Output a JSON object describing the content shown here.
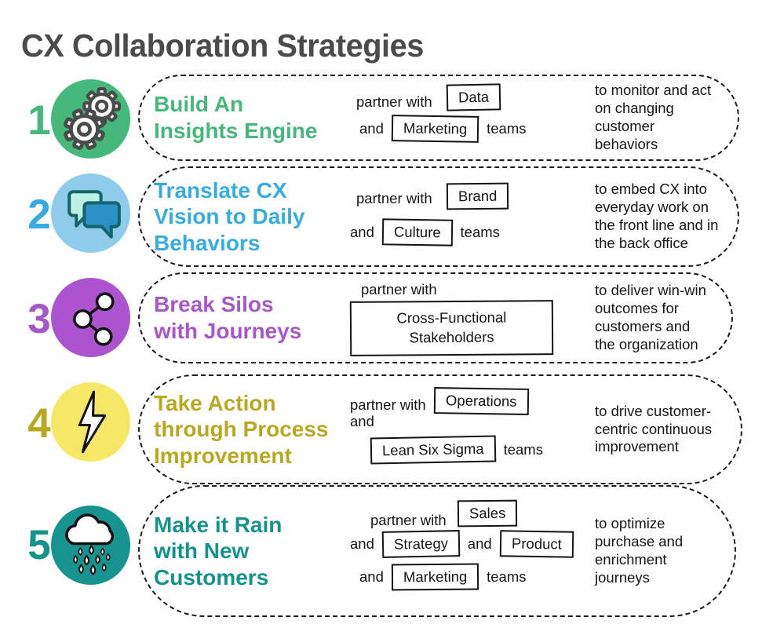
{
  "page_title": "CX Collaboration Strategies",
  "colors": {
    "heading": "#4b4b4b",
    "body_text": "#161616",
    "dashed_border": "#1c1c1c"
  },
  "rows": [
    {
      "number": "1",
      "icon": "gears-icon",
      "accent_color": "#45b97c",
      "circle_color": "#45b97c",
      "title_lines": [
        "Build An",
        "Insights Engine"
      ],
      "partner": {
        "l1": "partner with",
        "l1_box": "Data",
        "l2": "and",
        "l2_box": "Marketing",
        "l2_suffix": "teams"
      },
      "outcome": "to monitor and act on changing customer behaviors"
    },
    {
      "number": "2",
      "icon": "chat-bubbles-icon",
      "accent_color": "#35ace3",
      "circle_color": "#8fcbeb",
      "title_lines": [
        "Translate CX",
        "Vision to Daily",
        "Behaviors"
      ],
      "partner": {
        "l1": "partner with",
        "l1_box": "Brand",
        "l2": "and",
        "l2_box": "Culture",
        "l2_suffix": "teams"
      },
      "outcome": "to embed CX into everyday work on the front line and in the back office"
    },
    {
      "number": "3",
      "icon": "network-nodes-icon",
      "accent_color": "#a757c9",
      "circle_color": "#ac54cf",
      "title_lines": [
        "Break Silos",
        "with Journeys"
      ],
      "partner": {
        "l1": "partner with",
        "box_lines": [
          "Cross-Functional",
          "Stakeholders"
        ]
      },
      "outcome": "to deliver win-win outcomes for customers and the organization"
    },
    {
      "number": "4",
      "icon": "lightning-bolt-icon",
      "accent_color": "#b9a821",
      "circle_color": "#f6e866",
      "title_lines": [
        "Take Action",
        "through Process",
        "Improvement"
      ],
      "partner": {
        "l1": "partner with",
        "l1_box": "Operations",
        "l2": "and",
        "l3_box": "Lean Six Sigma",
        "l3_suffix": "teams"
      },
      "outcome": "to drive customer-centric continuous improvement"
    },
    {
      "number": "5",
      "icon": "rain-cloud-icon",
      "accent_color": "#13948b",
      "circle_color": "#17948f",
      "title_lines": [
        "Make it Rain",
        "with New",
        "Customers"
      ],
      "partner": {
        "l1": "partner with",
        "l1_box": "Sales",
        "l2": "and",
        "l2_box": "Strategy",
        "l2_mid": "and",
        "l2_box2": "Product",
        "l3": "and",
        "l3_box": "Marketing",
        "l3_suffix": "teams"
      },
      "outcome": "to optimize purchase and enrichment journeys"
    }
  ]
}
